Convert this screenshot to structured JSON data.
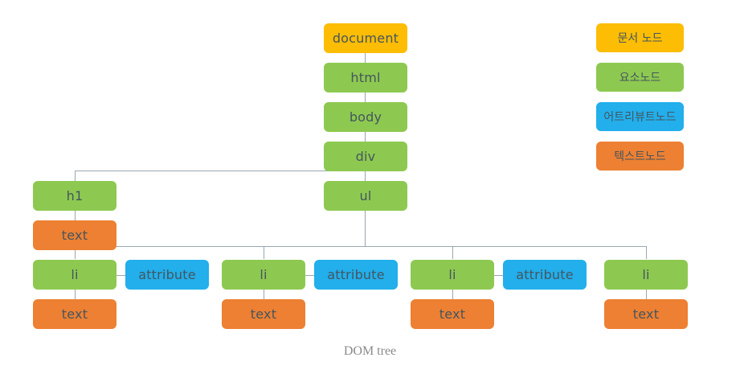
{
  "caption": "DOM tree",
  "colors": {
    "document_node": "#fcbd04",
    "element_node": "#8dc950",
    "attribute_node": "#22afeb",
    "text_node": "#ed8032",
    "connector": "#9aa7b0",
    "label_text": "#455560",
    "caption_text": "#8a8a8a",
    "background": "#ffffff"
  },
  "tree": {
    "document": "document",
    "html": "html",
    "body": "body",
    "div": "div",
    "h1": "h1",
    "h1_text": "text",
    "ul": "ul",
    "li_1": "li",
    "li_1_attribute": "attribute",
    "li_1_text": "text",
    "li_2": "li",
    "li_2_attribute": "attribute",
    "li_2_text": "text",
    "li_3": "li",
    "li_3_attribute": "attribute",
    "li_3_text": "text",
    "li_4": "li",
    "li_4_text": "text"
  },
  "legend": {
    "items": [
      {
        "label": "문서 노드",
        "type": "document"
      },
      {
        "label": "요소노드",
        "type": "element"
      },
      {
        "label": "어트리뷰트노드",
        "type": "attribute"
      },
      {
        "label": "텍스트노드",
        "type": "text"
      }
    ]
  }
}
